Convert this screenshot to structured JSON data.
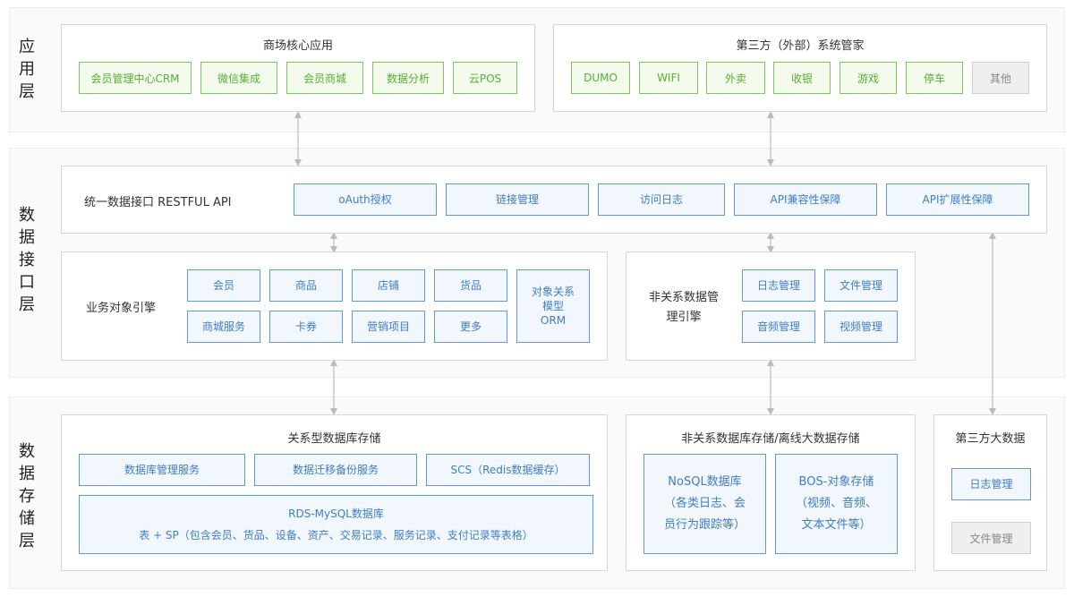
{
  "layers": {
    "app": "应用层",
    "api": "数据接口层",
    "storage": "数据存储层"
  },
  "app_layer": {
    "core": {
      "title": "商场核心应用",
      "items": [
        "会员管理中心CRM",
        "微信集成",
        "会员商城",
        "数据分析",
        "云POS"
      ]
    },
    "third": {
      "title": "第三方（外部）系统管家",
      "items": [
        "DUMO",
        "WIFI",
        "外卖",
        "收银",
        "游戏",
        "停车"
      ],
      "other": "其他"
    }
  },
  "api_layer": {
    "unified": {
      "label": "统一数据接口 RESTFUL API",
      "items": [
        "oAuth授权",
        "链接管理",
        "访问日志",
        "API兼容性保障",
        "API扩展性保障"
      ]
    },
    "business": {
      "label": "业务对象引擎",
      "items": [
        "会员",
        "商品",
        "店铺",
        "货品",
        "商城服务",
        "卡券",
        "营销项目",
        "更多"
      ],
      "orm": "对象关系\n模型\nORM"
    },
    "nonrel": {
      "label": "非关系数据管\n理引擎",
      "items": [
        "日志管理",
        "文件管理",
        "音频管理",
        "视频管理"
      ]
    }
  },
  "storage_layer": {
    "relational": {
      "title": "关系型数据库存储",
      "services": [
        "数据库管理服务",
        "数据迁移备份服务",
        "SCS（Redis数据缓存）"
      ],
      "rds_title": "RDS-MySQL数据库",
      "rds_desc": "表 + SP（包含会员、货品、设备、资产、交易记录、服务记录、支付记录等表格）"
    },
    "nonrel": {
      "title": "非关系数据库存储/离线大数据存储",
      "nosql": "NoSQL数据库\n（各类日志、会\n员行为跟踪等）",
      "bos": "BOS-对象存储\n（视频、音频、\n文本文件等）"
    },
    "third": {
      "title": "第三方大数据",
      "log": "日志管理",
      "file": "文件管理"
    }
  },
  "colors": {
    "green_border": "#7dc65a",
    "blue_border": "#5f98d6",
    "arrow": "#bbbbbb"
  }
}
